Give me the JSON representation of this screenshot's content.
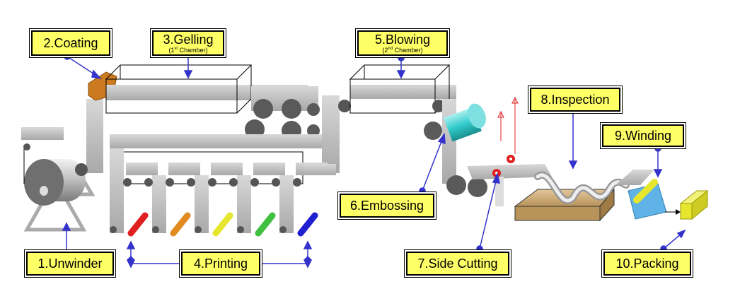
{
  "labels": {
    "coating": "2.Coating",
    "gelling": "3.Gelling",
    "gelling_sub": "(1st Chamber)",
    "blowing": "5.Blowing",
    "blowing_sub": "(2nd Chamber)",
    "inspection": "8.Inspection",
    "winding": "9.Winding",
    "embossing": "6.Embossing",
    "unwinder": "1.Unwinder",
    "printing": "4.Printing",
    "side_cutting": "7.Side Cutting",
    "packing": "10.Packing"
  },
  "colors": {
    "label_fill": "#ffff66",
    "connector": "#3333cc",
    "belt": "#bfbfbf",
    "roll": "#555555",
    "coater": "#cc7a1f",
    "embossing_roll": "#33cccc",
    "winder": "#5fb3e6",
    "package": "#e6e62e",
    "ink_colors": [
      "#e02020",
      "#e08a20",
      "#e6e62e",
      "#40c040",
      "#2020d0"
    ]
  }
}
